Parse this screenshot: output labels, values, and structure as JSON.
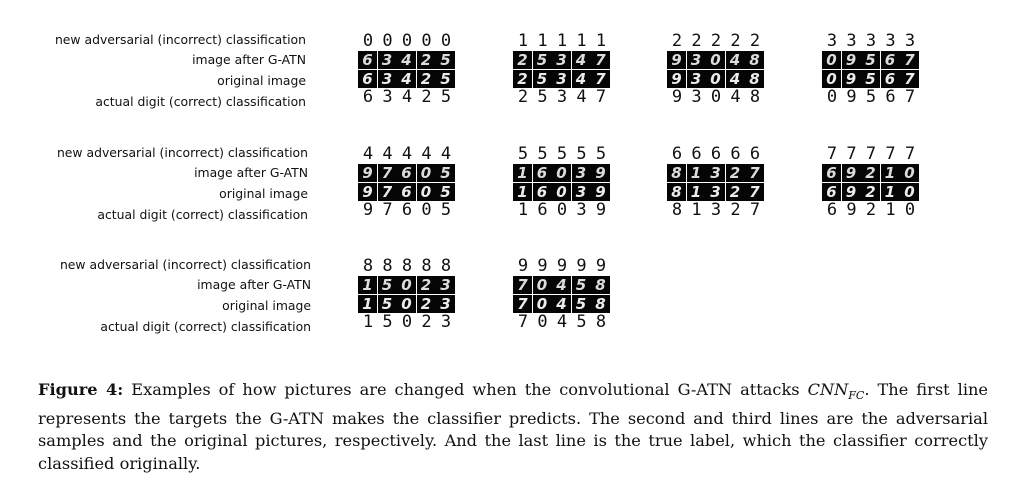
{
  "row_labels": [
    "new adversarial (incorrect) classification",
    "image after G-ATN",
    "original image",
    "actual digit (correct) classification"
  ],
  "blocks": [
    {
      "target": "0",
      "truth": [
        "6",
        "3",
        "4",
        "2",
        "5"
      ]
    },
    {
      "target": "1",
      "truth": [
        "2",
        "5",
        "3",
        "4",
        "7"
      ]
    },
    {
      "target": "2",
      "truth": [
        "9",
        "3",
        "0",
        "4",
        "8"
      ]
    },
    {
      "target": "3",
      "truth": [
        "0",
        "9",
        "5",
        "6",
        "7"
      ]
    },
    {
      "target": "4",
      "truth": [
        "9",
        "7",
        "6",
        "0",
        "5"
      ]
    },
    {
      "target": "5",
      "truth": [
        "1",
        "6",
        "0",
        "3",
        "9"
      ]
    },
    {
      "target": "6",
      "truth": [
        "8",
        "1",
        "3",
        "2",
        "7"
      ]
    },
    {
      "target": "7",
      "truth": [
        "6",
        "9",
        "2",
        "1",
        "0"
      ]
    },
    {
      "target": "8",
      "truth": [
        "1",
        "5",
        "0",
        "2",
        "3"
      ]
    },
    {
      "target": "9",
      "truth": [
        "7",
        "0",
        "4",
        "5",
        "8"
      ]
    }
  ],
  "caption": {
    "label": "Figure 4:",
    "text_before": "Examples of how pictures are changed when the convolutional G-ATN attacks",
    "cnn": "CNN",
    "cnn_sub": "FC",
    "text_after": ". The first line represents the targets the G-ATN makes the classifier predicts. The second and third lines are the adversarial samples and the original pictures, respectively. And the last line is the true label, which the classifier correctly classified originally."
  }
}
